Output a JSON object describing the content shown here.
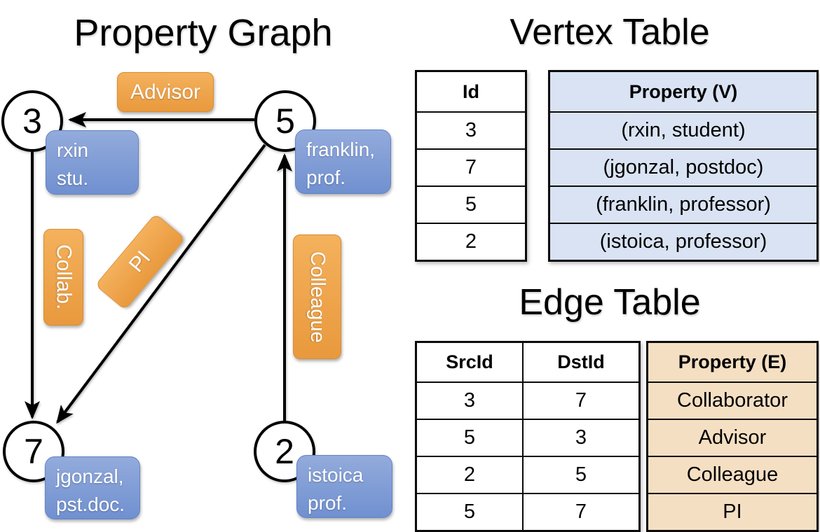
{
  "graph": {
    "title": "Property Graph",
    "nodes": [
      {
        "id": "3",
        "label": "3",
        "props": [
          "rxin",
          "stu."
        ]
      },
      {
        "id": "5",
        "label": "5",
        "props": [
          "franklin,",
          "prof."
        ]
      },
      {
        "id": "7",
        "label": "7",
        "props": [
          "jgonzal,",
          "pst.doc."
        ]
      },
      {
        "id": "2",
        "label": "2",
        "props": [
          "istoica",
          "prof."
        ]
      }
    ],
    "edge_labels": {
      "advisor": "Advisor",
      "collab": "Collab.",
      "pi": "PI",
      "colleague": "Colleague"
    },
    "edges": [
      {
        "src": "5",
        "dst": "3",
        "label": "Advisor"
      },
      {
        "src": "3",
        "dst": "7",
        "label": "Collab."
      },
      {
        "src": "5",
        "dst": "7",
        "label": "PI"
      },
      {
        "src": "2",
        "dst": "5",
        "label": "Colleague"
      }
    ]
  },
  "vertex_table": {
    "title": "Vertex Table",
    "columns": [
      "Id",
      "Property (V)"
    ],
    "rows": [
      [
        "3",
        "(rxin, student)"
      ],
      [
        "7",
        "(jgonzal, postdoc)"
      ],
      [
        "5",
        "(franklin, professor)"
      ],
      [
        "2",
        "(istoica, professor)"
      ]
    ]
  },
  "edge_table": {
    "title": "Edge Table",
    "columns": [
      "SrcId",
      "DstId",
      "Property (E)"
    ],
    "rows": [
      [
        "3",
        "7",
        "Collaborator"
      ],
      [
        "5",
        "3",
        "Advisor"
      ],
      [
        "2",
        "5",
        "Colleague"
      ],
      [
        "5",
        "7",
        "PI"
      ]
    ]
  },
  "colors": {
    "edge_label_orange_top": "#f4b15c",
    "edge_label_orange_bottom": "#e9993d",
    "vertex_box_blue_top": "#93abdc",
    "vertex_box_blue_bottom": "#7090d0",
    "vertex_cell_blue": "#dae3f3",
    "edge_cell_tan": "#f5dfc3",
    "line_black": "#000000"
  }
}
